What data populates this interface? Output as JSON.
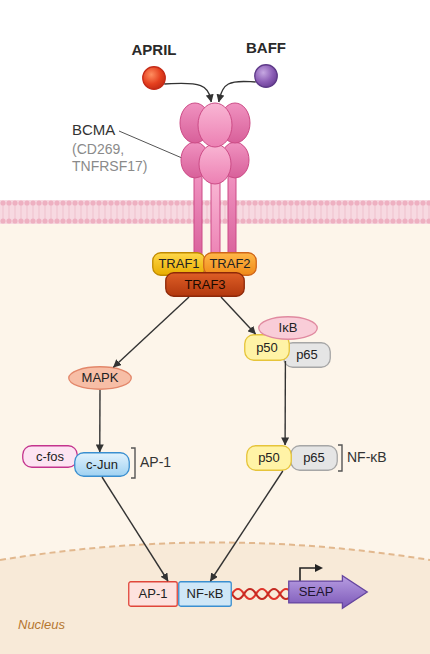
{
  "diagram": {
    "nodes": [
      {
        "text": [
          "APRIL"
        ]
      },
      {
        "text": [
          "BAFF"
        ]
      },
      {
        "text": [
          "BCMA",
          "(CD269, TNFRSF17)"
        ]
      },
      {
        "text": [
          "TRAF1"
        ]
      },
      {
        "text": [
          "TRAF2"
        ]
      },
      {
        "text": [
          "TRAF3"
        ]
      },
      {
        "text": [
          "MAPK"
        ]
      },
      {
        "text": [
          "IκB"
        ]
      },
      {
        "text": [
          "p50"
        ]
      },
      {
        "text": [
          "p65"
        ]
      },
      {
        "text": [
          "c-fos"
        ]
      },
      {
        "text": [
          "c-Jun"
        ]
      },
      {
        "text": [
          "p50"
        ]
      },
      {
        "text": [
          "p65"
        ]
      },
      {
        "text": [
          "AP-1"
        ]
      },
      {
        "text": [
          "NF-κB"
        ]
      },
      {
        "text": [
          "SEAP"
        ]
      }
    ],
    "edges": [
      {
        "from": 0,
        "to": 2,
        "arrow": "to"
      },
      {
        "from": 1,
        "to": 2,
        "arrow": "to"
      },
      {
        "from": 5,
        "to": 6,
        "arrow": "to"
      },
      {
        "from": 5,
        "to": 8,
        "arrow": "to"
      },
      {
        "from": 6,
        "to": 11,
        "arrow": "to"
      },
      {
        "from": 8,
        "to": 12,
        "arrow": "to"
      },
      {
        "from": 11,
        "to": 14,
        "arrow": "to"
      },
      {
        "from": 12,
        "to": 15,
        "arrow": "to"
      }
    ],
    "labels": [
      "AP-1",
      "NF-κB",
      "Nucleus"
    ]
  }
}
